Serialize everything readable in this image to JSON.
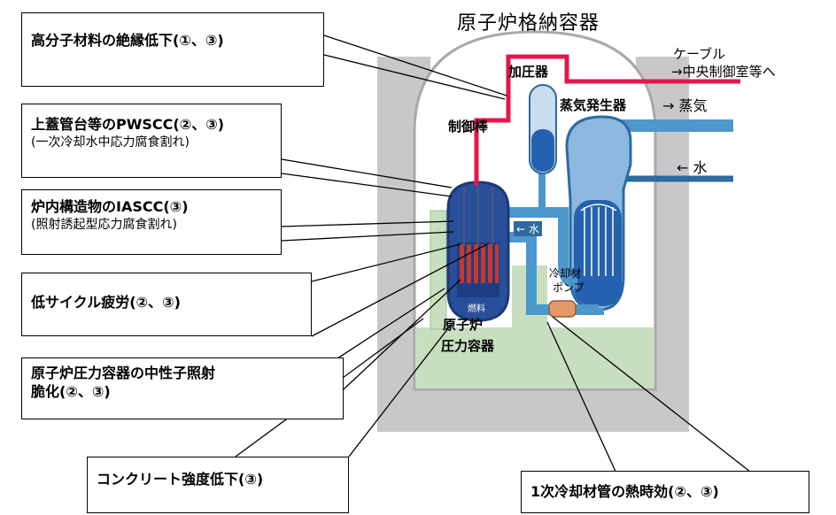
{
  "title": "原子炉格納容器",
  "colors": {
    "concrete": "#c8c8c8",
    "floor": "#c7dfbf",
    "pipe": "#4c97cc",
    "pipe_dark": "#2c6aa0",
    "water": "#2462b0",
    "vessel": "#2a4f9a",
    "cable": "#e3174e",
    "fuel": "#c33a2c",
    "pump": "#e39a6a",
    "pressurizer_top": "#c9ddef",
    "sg_top": "#8cb8df"
  },
  "labels": {
    "cable": "ケーブル",
    "cable_dest": "→中央制御室等へ",
    "pressurizer": "加圧器",
    "steam_generator": "蒸気発生器",
    "steam": "→ 蒸気",
    "water_in": "← 水",
    "control_rod": "制御棒",
    "water_arrow": "← 水",
    "coolant_pump_line1": "冷却材",
    "coolant_pump_line2": "ポンプ",
    "fuel": "燃料",
    "rpv_line1": "原子炉",
    "rpv_line2": "圧力容器"
  },
  "callouts": [
    {
      "main": "高分子材料の絶縁低下(①、③)",
      "sub": ""
    },
    {
      "main": "上蓋管台等のPWSCC(②、③)",
      "sub": "(一次冷却水中応力腐食割れ)"
    },
    {
      "main": "炉内構造物のIASCC(③)",
      "sub": "(照射誘起型応力腐食割れ)"
    },
    {
      "main": "低サイクル疲労(②、③)",
      "sub": ""
    },
    {
      "main": "原子炉圧力容器の中性子照射",
      "sub": "脆化(②、③)"
    },
    {
      "main": "コンクリート強度低下(③)",
      "sub": ""
    },
    {
      "main": "1次冷却材管の熱時効(②、③)",
      "sub": ""
    }
  ]
}
